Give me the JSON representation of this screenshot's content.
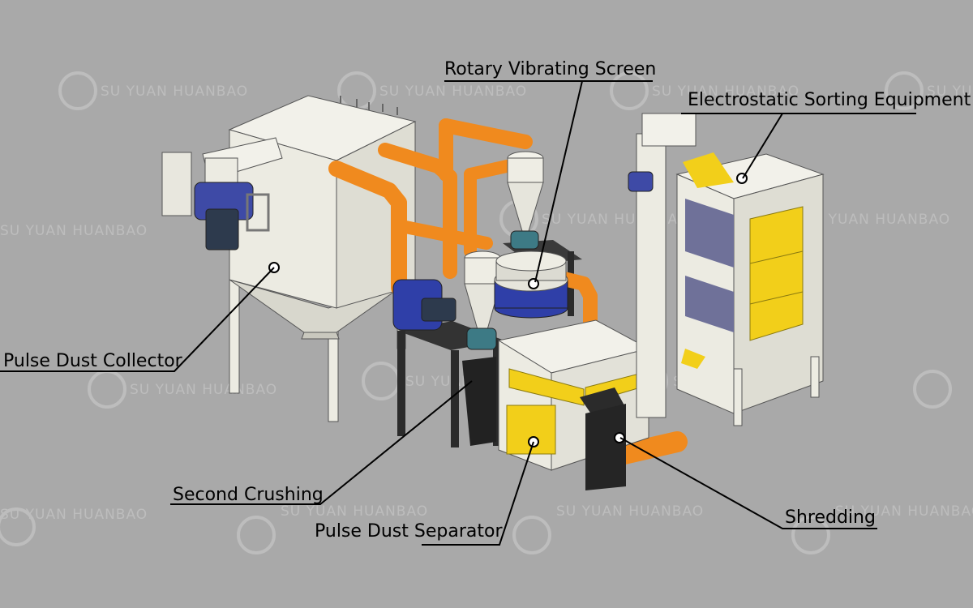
{
  "labels": {
    "rotary_vibrating_screen": "Rotary Vibrating Screen",
    "electrostatic_sorting": "Electrostatic Sorting Equipment",
    "pulse_dust_collector": "Pulse Dust Collector",
    "second_crushing": "Second Crushing",
    "pulse_dust_separator": "Pulse Dust Separator",
    "shredding": "Shredding"
  },
  "watermark": "SU YUAN HUANBAO",
  "colors": {
    "background": "#a9a9a9",
    "frame": "#ecebe2",
    "pipe": "#f08a1e",
    "blue": "#2f3fa8",
    "yellow": "#f2cf1a",
    "dark": "#2a2a2a",
    "motor_teal": "#3d7a85"
  }
}
